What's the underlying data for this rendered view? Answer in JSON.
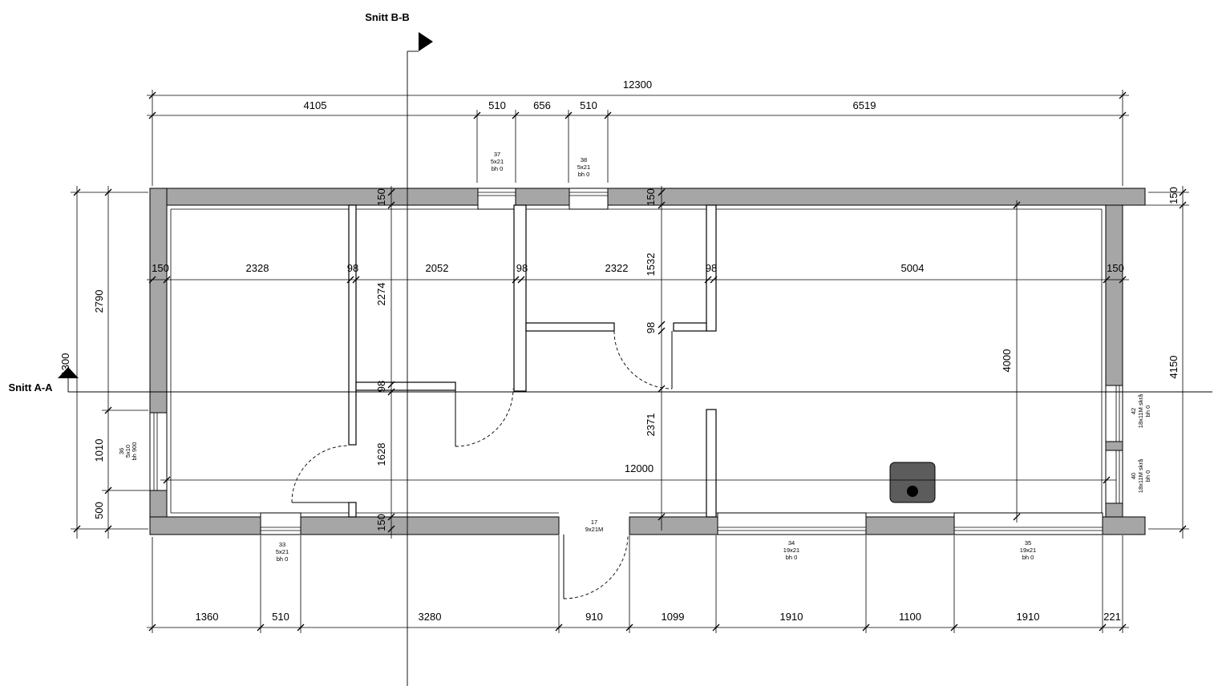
{
  "colors": {
    "wall_fill": "#a6a6a6",
    "stove_fill": "#5c5c5c",
    "line": "#000000"
  },
  "section_a": "Snitt A-A",
  "section_b": "Snitt B-B",
  "dim_overall_top": "12300",
  "dim_top_row": [
    "4105",
    "510",
    "656",
    "510",
    "6519"
  ],
  "dim_left_outer": "1300",
  "dim_left_inner": [
    "2790",
    "1010",
    "500"
  ],
  "dim_right": [
    "150",
    "4150"
  ],
  "dim_room_row": [
    "150",
    "2328",
    "98",
    "2052",
    "98",
    "2322",
    "98",
    "5004",
    "150"
  ],
  "dim_vertical_a": [
    "150",
    "2274",
    "98",
    "1628",
    "150"
  ],
  "dim_vertical_b": [
    "150",
    "1532",
    "98",
    "2371"
  ],
  "dim_vertical_c": "4000",
  "dim_inner_length": "12000",
  "dim_bottom_row": [
    "1360",
    "510",
    "3280",
    "910",
    "1099",
    "1910",
    "1100",
    "1910",
    "221"
  ],
  "openings": {
    "w37": {
      "number": "37",
      "size": "5x21",
      "sill": "bh 0"
    },
    "w38": {
      "number": "38",
      "size": "5x21",
      "sill": "bh 0"
    },
    "w36": {
      "number": "36",
      "size": "5x10",
      "sill": "bh 900"
    },
    "w42": {
      "number": "42",
      "size": "18x11M skrå",
      "sill": "bh 0"
    },
    "w40": {
      "number": "40",
      "size": "18x11M skrå",
      "sill": "bh 0"
    },
    "d17": {
      "number": "17",
      "size": "9x21M"
    },
    "w33": {
      "number": "33",
      "size": "5x21",
      "sill": "bh 0"
    },
    "w34": {
      "number": "34",
      "size": "19x21",
      "sill": "bh 0"
    },
    "w35": {
      "number": "35",
      "size": "19x21",
      "sill": "bh 0"
    }
  }
}
